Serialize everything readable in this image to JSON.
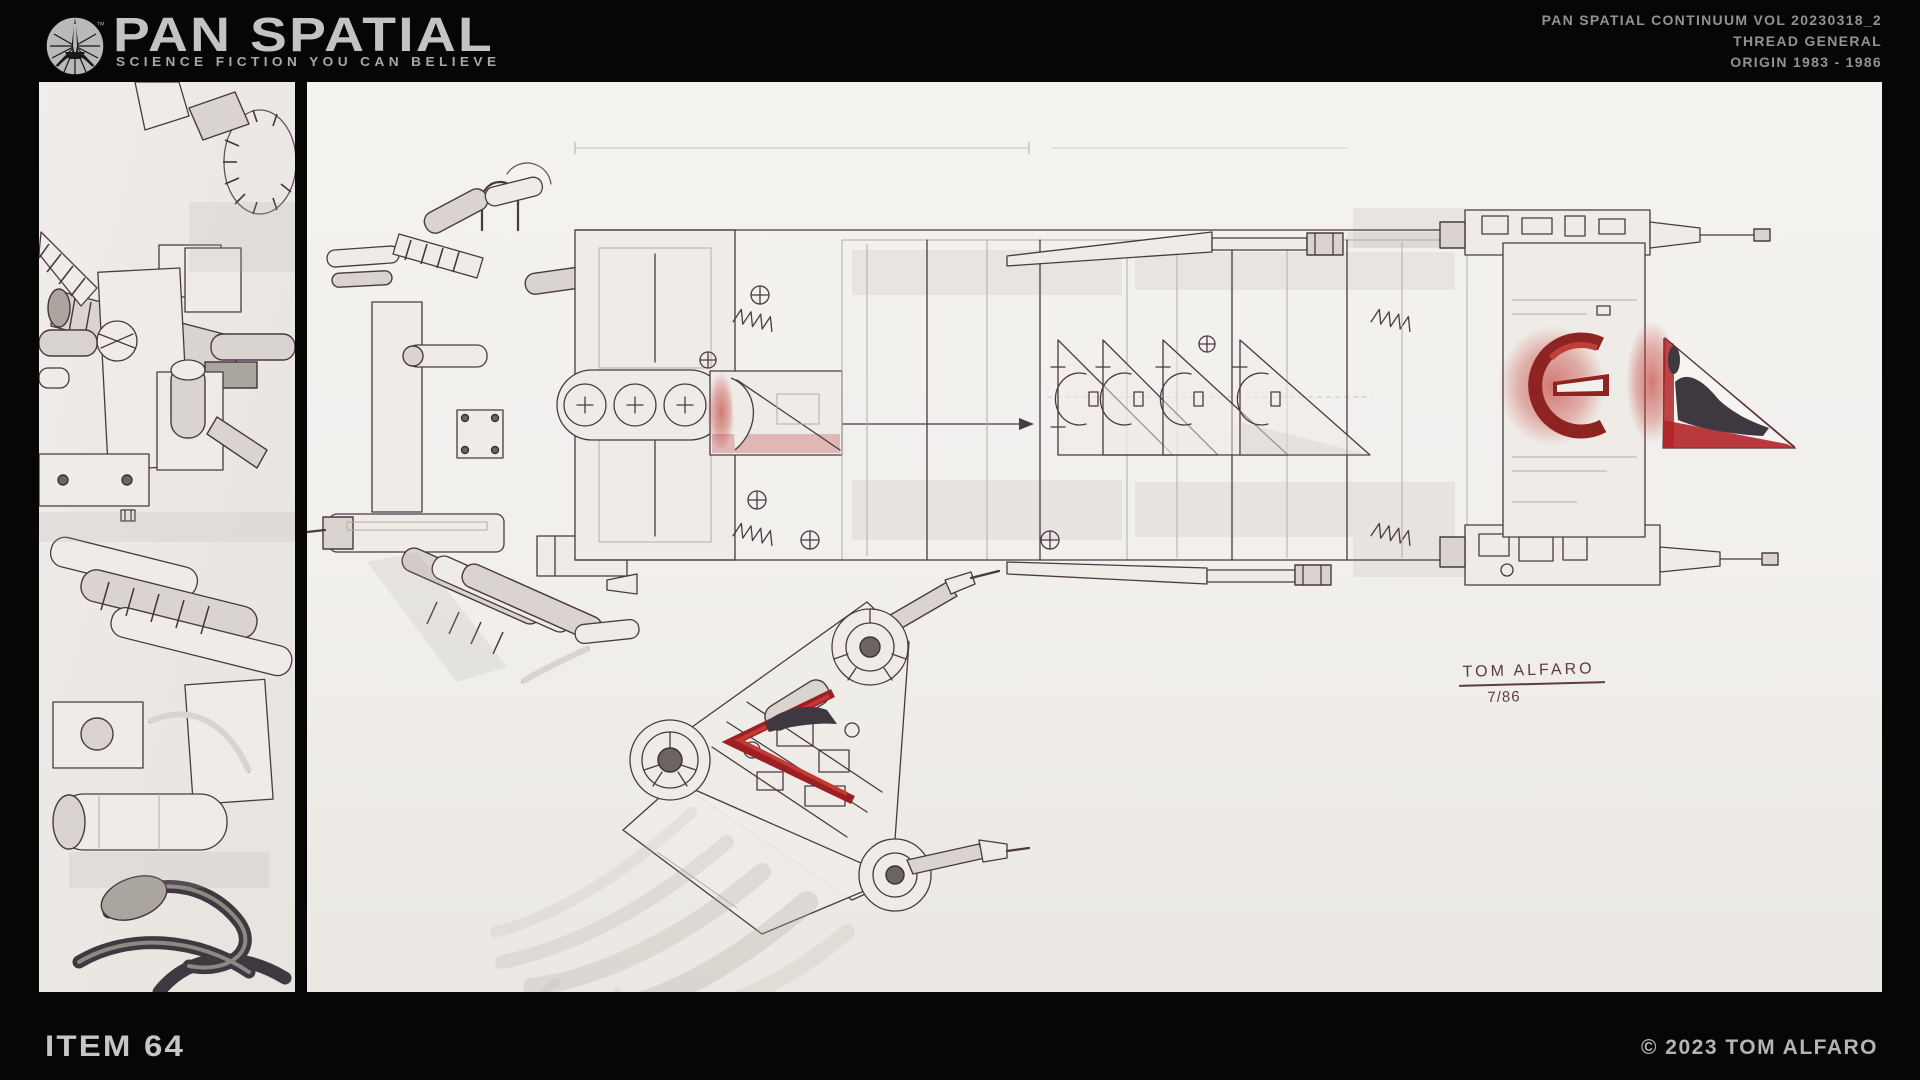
{
  "header": {
    "logo": {
      "title": "PAN SPATIAL",
      "tagline": "SCIENCE FICTION YOU CAN BELIEVE",
      "trademark": "™"
    },
    "meta": {
      "line1": "PAN SPATIAL CONTINUUM VOL 20230318_2",
      "line2": "THREAD GENERAL",
      "line3": "ORIGIN 1983 - 1986"
    }
  },
  "artwork": {
    "description": "Hand-drawn spaceship concept sketch in ink and pencil with red emblem accents",
    "signature": {
      "name": "TOM ALFARO",
      "date": "7/86"
    }
  },
  "footer": {
    "item": "ITEM 64",
    "copyright": "© 2023 TOM ALFARO"
  },
  "colors": {
    "background": "#060606",
    "paper": "#f2f0ed",
    "ink": "#4a3842",
    "pencil": "#b2aca6",
    "accent_red": "#b22528",
    "dark_red": "#8e2422",
    "text_light": "#c6c6c6",
    "text_mid": "#929292"
  }
}
